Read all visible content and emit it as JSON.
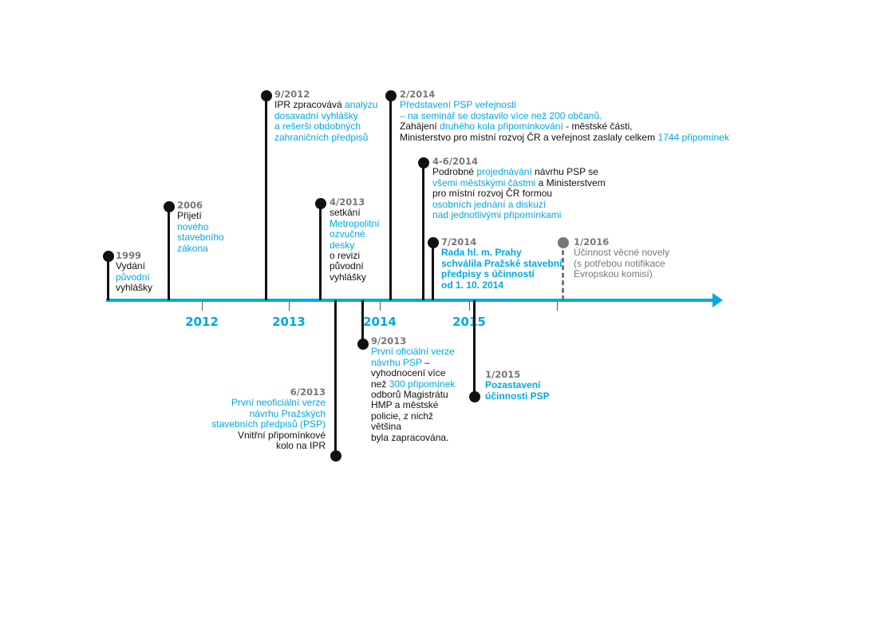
{
  "axis": {
    "years": [
      "2012",
      "2013",
      "2014",
      "2015"
    ]
  },
  "colors": {
    "accent": "#00a9e0",
    "text": "#111111",
    "muted": "#777777"
  },
  "events": [
    {
      "id": "e1999",
      "date": "1999",
      "status": "black",
      "lines": [
        [
          [
            "k",
            "Vydání"
          ]
        ],
        [
          [
            "b",
            "původní"
          ]
        ],
        [
          [
            "k",
            "vyhlášky"
          ]
        ]
      ]
    },
    {
      "id": "e2006",
      "date": "2006",
      "status": "black",
      "lines": [
        [
          [
            "k",
            "Přijetí"
          ]
        ],
        [
          [
            "b",
            "nového"
          ]
        ],
        [
          [
            "b",
            "stavebního"
          ]
        ],
        [
          [
            "b",
            "zákona"
          ]
        ]
      ]
    },
    {
      "id": "e2012_9",
      "date": "9/2012",
      "status": "black",
      "lines": [
        [
          [
            "k",
            "IPR zpracovává "
          ],
          [
            "b",
            "analýzu"
          ]
        ],
        [
          [
            "b",
            "dosavadní vyhlášky"
          ]
        ],
        [
          [
            "b",
            "a rešerši obdobných"
          ]
        ],
        [
          [
            "b",
            "zahraničních předpisů"
          ]
        ]
      ]
    },
    {
      "id": "e2013_4",
      "date": "4/2013",
      "status": "black",
      "lines": [
        [
          [
            "k",
            "setkání"
          ]
        ],
        [
          [
            "b",
            "Metropolitní"
          ]
        ],
        [
          [
            "b",
            "ozvučné"
          ]
        ],
        [
          [
            "b",
            "desky"
          ]
        ],
        [
          [
            "k",
            "o revizi"
          ]
        ],
        [
          [
            "k",
            "původní"
          ]
        ],
        [
          [
            "k",
            "vyhlášky"
          ]
        ]
      ]
    },
    {
      "id": "e2014_2",
      "date": "2/2014",
      "status": "black",
      "lines": [
        [
          [
            "b",
            "Představení PSP veřejnosti"
          ]
        ],
        [
          [
            "b",
            "– na seminář se dostavilo více než 200 občanů."
          ]
        ],
        [
          [
            "k",
            "Zahájení "
          ],
          [
            "b",
            "druhého kola připomínkování"
          ],
          [
            "k",
            " - městské části,"
          ]
        ],
        [
          [
            "k",
            "Ministerstvo pro místní rozvoj ČR a veřejnost zaslaly celkem "
          ],
          [
            "b",
            "1744 připomínek"
          ]
        ]
      ]
    },
    {
      "id": "e2014_46",
      "date": "4-6/2014",
      "status": "black",
      "lines": [
        [
          [
            "k",
            "Podrobné "
          ],
          [
            "b",
            "projednávání"
          ],
          [
            "k",
            " návrhu PSP se"
          ]
        ],
        [
          [
            "b",
            "všemi městskými částmi"
          ],
          [
            "k",
            " a Ministerstvem"
          ]
        ],
        [
          [
            "k",
            "pro místní rozvoj ČR formou"
          ]
        ],
        [
          [
            "b",
            "osobních jednání a diskuzí"
          ]
        ],
        [
          [
            "b",
            "nad jednotlivými připomínkami"
          ]
        ]
      ]
    },
    {
      "id": "e2014_7",
      "date": "7/2014",
      "status": "black",
      "lines": [
        [
          [
            "b bold",
            "Rada hl. m. Prahy"
          ]
        ],
        [
          [
            "b bold",
            "schválila Pražské stavební"
          ]
        ],
        [
          [
            "b bold",
            "předpisy s účinností"
          ]
        ],
        [
          [
            "b bold",
            "od 1. 10. 2014"
          ]
        ]
      ]
    },
    {
      "id": "e2016_1",
      "date": "1/2016",
      "status": "grey",
      "lines": [
        [
          [
            "g",
            "Účinnost věcné novely"
          ]
        ],
        [
          [
            "g",
            "(s potřebou notifikace"
          ]
        ],
        [
          [
            "g",
            "Evropskou komisí)"
          ]
        ]
      ]
    },
    {
      "id": "e2013_6",
      "date": "6/2013",
      "status": "black",
      "lines": [
        [
          [
            "b",
            "První neoficiální verze"
          ]
        ],
        [
          [
            "b",
            "návrhu Pražských"
          ]
        ],
        [
          [
            "b",
            "stavebních předpisů (PSP)"
          ]
        ],
        [
          [
            "k",
            "Vnitřní připomínkové"
          ]
        ],
        [
          [
            "k",
            "kolo na IPR"
          ]
        ]
      ]
    },
    {
      "id": "e2013_9",
      "date": "9/2013",
      "status": "black",
      "lines": [
        [
          [
            "b",
            "První oficiální verze"
          ]
        ],
        [
          [
            "b",
            "návrhu PSP"
          ],
          [
            "k",
            " –"
          ]
        ],
        [
          [
            "k",
            "vyhodnocení více"
          ]
        ],
        [
          [
            "k",
            "než "
          ],
          [
            "b",
            "300 připomínek"
          ]
        ],
        [
          [
            "k",
            "odborů Magistrátu"
          ]
        ],
        [
          [
            "k",
            "HMP a městské"
          ]
        ],
        [
          [
            "k",
            "policie, z nichž"
          ]
        ],
        [
          [
            "k",
            "většina"
          ]
        ],
        [
          [
            "k",
            "byla zapracována."
          ]
        ]
      ]
    },
    {
      "id": "e2015_1",
      "date": "1/2015",
      "status": "black",
      "lines": [
        [
          [
            "b bold",
            "Pozastavení"
          ]
        ],
        [
          [
            "b bold",
            "účinnosti PSP"
          ]
        ]
      ]
    }
  ]
}
